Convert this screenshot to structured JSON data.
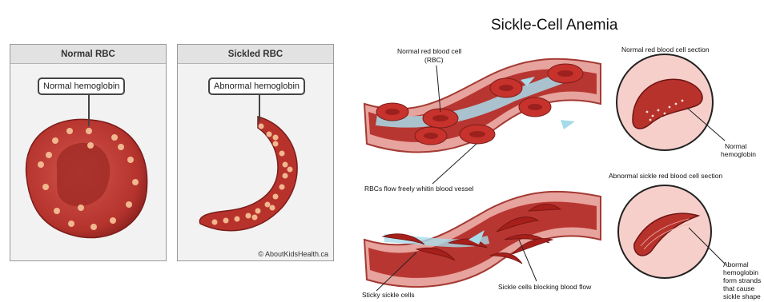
{
  "left_panels": {
    "normal": {
      "heading": "Normal RBC",
      "callout": "Normal hemoglobin"
    },
    "sickled": {
      "heading": "Sickled RBC",
      "callout": "Abnormal hemoglobin",
      "copyright": "© AboutKidsHealth.ca"
    }
  },
  "right_diagram": {
    "title": "Sickle-Cell Anemia",
    "labels": {
      "rbc_line1": "Normal red blood cell",
      "rbc_line2": "(RBC)",
      "normal_section": "Normal red blood cell section",
      "normal_hemo_1": "Normal",
      "normal_hemo_2": "hemoglobin",
      "flow_freely": "RBCs flow freely whitin blood vessel",
      "abnormal_section": "Abnormal sickle red blood cell section",
      "abn_1": "Abormal",
      "abn_2": "hemoglobin",
      "abn_3": "form strands",
      "abn_4": "that cause",
      "abn_5": "sickle shape",
      "sticky": "Sticky sickle cells",
      "blocking": "Sickle cells blocking blood flow"
    }
  },
  "colors": {
    "cell_red": "#b8322c",
    "cell_dark": "#8a1a18",
    "vessel_pink": "#e8a5a0",
    "flow_blue": "#9fd8e8"
  }
}
